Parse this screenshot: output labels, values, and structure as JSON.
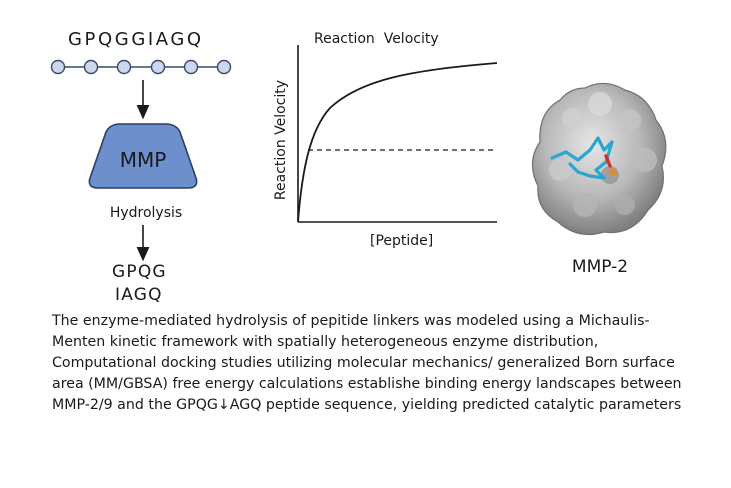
{
  "peptide": {
    "sequence": "GPQGGIAGQ",
    "residue_count": 6
  },
  "enzyme": {
    "label": "MMP",
    "color": "#6d8fcb",
    "process": "Hydrolysis"
  },
  "products": {
    "fragment_1": "GPQG",
    "fragment_2": "IAGQ"
  },
  "plot": {
    "title": "Reaction  Velocity",
    "ylabel": "Reaction Velocity",
    "xlabel": "[Peptide]",
    "curve": "saturating (Michaelis-Menten)",
    "half_max_line": "dashed"
  },
  "protein": {
    "label": "MMP-2",
    "ligand_color": "#2aa7cf"
  },
  "caption": "The enzyme-mediated hydrolysis of pepitide linkers was modeled using a Michaulis-Menten kinetic framework with spatially heterogeneous enzyme distribution, Computational docking studies utilizing molecular mechanics/ generalized Born surface area (MM/GBSA) free energy calculations establishe binding energy landscapes between MMP-2/9 and the GPQG↓AGQ peptide sequence, yielding predicted catalytic parameters",
  "colors": {
    "bead_fill": "#c9d8ee",
    "bead_stroke": "#3a4a66",
    "ink": "#1a1a1a"
  }
}
